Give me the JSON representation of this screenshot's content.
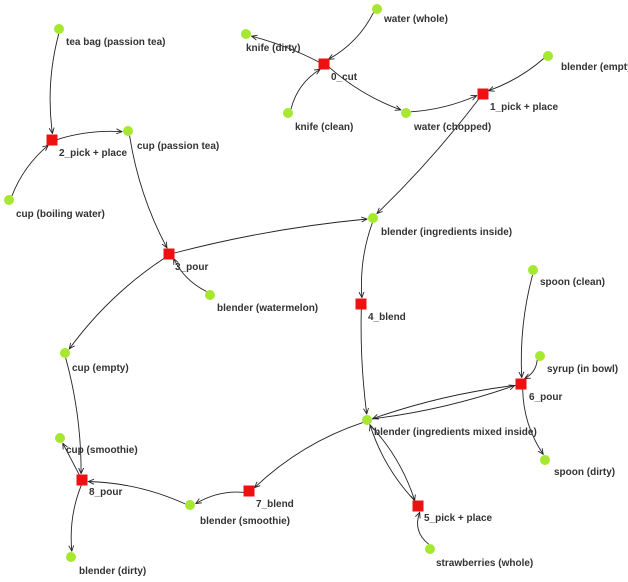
{
  "graph": {
    "colors": {
      "object_node": "#a6e830",
      "action_node": "#ee1111",
      "edge": "#222222",
      "label": "#333333"
    },
    "nodes": [
      {
        "id": "water_whole",
        "type": "object",
        "label": "water (whole)"
      },
      {
        "id": "knife_dirty",
        "type": "object",
        "label": "knife (dirty)"
      },
      {
        "id": "cut0",
        "type": "action",
        "label": "0_cut"
      },
      {
        "id": "knife_clean",
        "type": "object",
        "label": "knife (clean)"
      },
      {
        "id": "water_chopped",
        "type": "object",
        "label": "water (chopped)"
      },
      {
        "id": "blender_empty",
        "type": "object",
        "label": "blender (empty)"
      },
      {
        "id": "pp1",
        "type": "action",
        "label": "1_pick + place"
      },
      {
        "id": "teabag",
        "type": "object",
        "label": "tea bag (passion tea)"
      },
      {
        "id": "pp2",
        "type": "action",
        "label": "2_pick + place"
      },
      {
        "id": "cup_passion",
        "type": "object",
        "label": "cup (passion tea)"
      },
      {
        "id": "cup_boiling",
        "type": "object",
        "label": "cup (boiling water)"
      },
      {
        "id": "blender_ing",
        "type": "object",
        "label": "blender (ingredients inside)"
      },
      {
        "id": "pour3",
        "type": "action",
        "label": "3_pour"
      },
      {
        "id": "blender_wm",
        "type": "object",
        "label": "blender (watermelon)"
      },
      {
        "id": "blend4",
        "type": "action",
        "label": "4_blend"
      },
      {
        "id": "spoon_clean",
        "type": "object",
        "label": "spoon (clean)"
      },
      {
        "id": "syrup",
        "type": "object",
        "label": "syrup (in bowl)"
      },
      {
        "id": "pour6",
        "type": "action",
        "label": "6_pour"
      },
      {
        "id": "cup_empty",
        "type": "object",
        "label": "cup (empty)"
      },
      {
        "id": "blender_mixed",
        "type": "object",
        "label": "blender (ingredients mixed inside)"
      },
      {
        "id": "spoon_dirty",
        "type": "object",
        "label": "spoon (dirty)"
      },
      {
        "id": "cup_smoothie",
        "type": "object",
        "label": "cup (smoothie)"
      },
      {
        "id": "pour8",
        "type": "action",
        "label": "8_pour"
      },
      {
        "id": "blend7",
        "type": "action",
        "label": "7_blend"
      },
      {
        "id": "blender_smoothie",
        "type": "object",
        "label": "blender (smoothie)"
      },
      {
        "id": "pp5",
        "type": "action",
        "label": "5_pick + place"
      },
      {
        "id": "strawberries",
        "type": "object",
        "label": "strawberries (whole)"
      },
      {
        "id": "blender_dirty",
        "type": "object",
        "label": "blender (dirty)"
      }
    ],
    "edges": [
      {
        "from": "water_whole",
        "to": "cut0"
      },
      {
        "from": "cut0",
        "to": "knife_dirty"
      },
      {
        "from": "knife_clean",
        "to": "cut0"
      },
      {
        "from": "cut0",
        "to": "water_chopped"
      },
      {
        "from": "water_chopped",
        "to": "pp1"
      },
      {
        "from": "blender_empty",
        "to": "pp1"
      },
      {
        "from": "pp1",
        "to": "blender_ing"
      },
      {
        "from": "teabag",
        "to": "pp2"
      },
      {
        "from": "cup_boiling",
        "to": "pp2"
      },
      {
        "from": "pp2",
        "to": "cup_passion"
      },
      {
        "from": "cup_passion",
        "to": "pour3"
      },
      {
        "from": "pour3",
        "to": "blender_ing"
      },
      {
        "from": "blender_wm",
        "to": "pour3"
      },
      {
        "from": "pour3",
        "to": "cup_empty"
      },
      {
        "from": "blender_ing",
        "to": "blend4"
      },
      {
        "from": "blend4",
        "to": "blender_mixed"
      },
      {
        "from": "spoon_clean",
        "to": "pour6"
      },
      {
        "from": "syrup",
        "to": "pour6"
      },
      {
        "from": "blender_mixed",
        "to": "pour6"
      },
      {
        "from": "pour6",
        "to": "blender_mixed"
      },
      {
        "from": "pour6",
        "to": "spoon_dirty"
      },
      {
        "from": "blender_mixed",
        "to": "pp5"
      },
      {
        "from": "pp5",
        "to": "blender_mixed"
      },
      {
        "from": "strawberries",
        "to": "pp5"
      },
      {
        "from": "blender_mixed",
        "to": "blend7"
      },
      {
        "from": "blend7",
        "to": "blender_smoothie"
      },
      {
        "from": "blender_smoothie",
        "to": "pour8"
      },
      {
        "from": "cup_empty",
        "to": "pour8"
      },
      {
        "from": "pour8",
        "to": "cup_smoothie"
      },
      {
        "from": "pour8",
        "to": "blender_dirty"
      }
    ]
  }
}
